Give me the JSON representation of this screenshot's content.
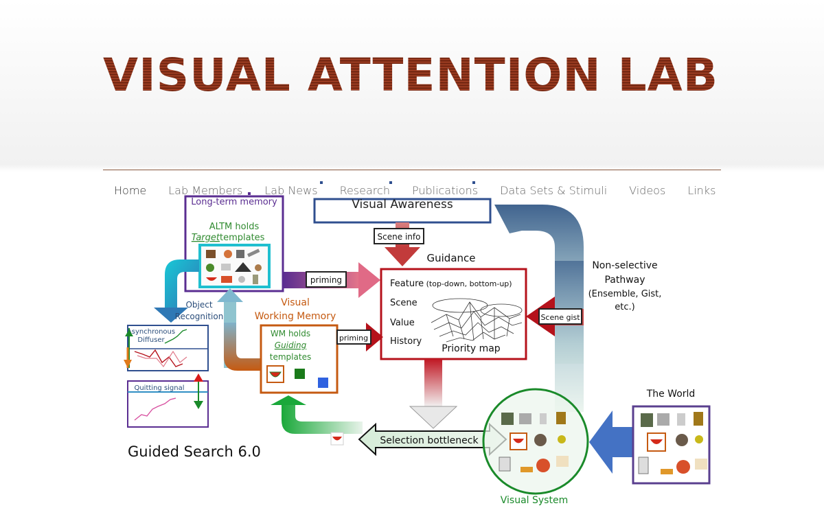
{
  "site": {
    "title": "VISUAL ATTENTION LAB"
  },
  "nav": {
    "items": [
      {
        "label": "Home",
        "active": true
      },
      {
        "label": "Lab Members"
      },
      {
        "label": "Lab News"
      },
      {
        "label": "Research"
      },
      {
        "label": "Publications"
      },
      {
        "label": "Data Sets & Stimuli"
      },
      {
        "label": "Videos"
      },
      {
        "label": "Links"
      }
    ]
  },
  "diagram": {
    "ltm_title": "Long-term memory",
    "awareness": "Visual Awareness",
    "altm_line1": "ALTM holds",
    "altm_line2": "Target",
    "altm_line3": " templates",
    "scene_info": "Scene info",
    "guidance": "Guidance",
    "priming1": "priming",
    "priming2": "priming",
    "feature": "Feature",
    "feature_sub": " (top-down, bottom-up)",
    "scene": "Scene",
    "value": "Value",
    "history": "History",
    "priority_map": "Priority map",
    "scene_gist": "Scene gist",
    "non_selective_1": "Non-selective",
    "non_selective_2": "Pathway",
    "non_selective_3": "(Ensemble, Gist,",
    "non_selective_4": "etc.)",
    "object_recognition_1": "Object",
    "object_recognition_2": "Recognition",
    "async_1": "Asynchronous",
    "async_2": "Diffuser",
    "quitting": "Quitting signal",
    "vwm_1": "Visual",
    "vwm_2": "Working Memory",
    "wm_1": "WM holds",
    "wm_2": "Guiding",
    "wm_3": "templates",
    "bottleneck": "Selection bottleneck",
    "the_world": "The World",
    "visual_system": "Visual System",
    "model_name": "Guided Search 6.0",
    "colors": {
      "ltm": "#5a2d91",
      "altm_box": "#1fbfcf",
      "red": "#b5121b",
      "orange": "#c55a11",
      "green": "#1a8a2a",
      "blue": "#4472c4",
      "steel": "#41648f",
      "title": "#7a2a14"
    }
  }
}
